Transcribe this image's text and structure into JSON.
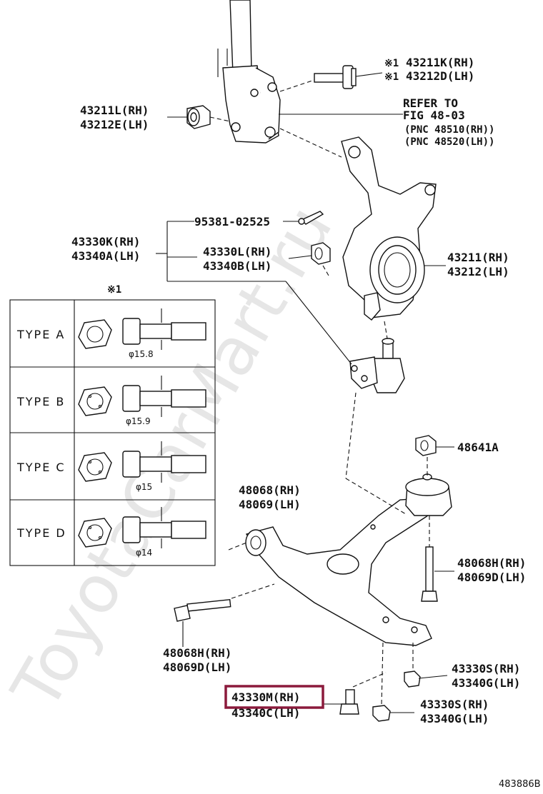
{
  "watermark": "ToyotaCarMart.ru",
  "diagram_code": "483886B",
  "note_marker": "※1",
  "labels": {
    "bolt_43211k": "43211K(RH)",
    "bolt_43212d": "43212D(LH)",
    "nut_43211l": "43211L(RH)",
    "nut_43212e": "43212E(LH)",
    "refer_line1": "REFER TO",
    "refer_line2": "FIG 48-03",
    "refer_line3": "(PNC 48510(RH))",
    "refer_line4": "(PNC 48520(LH))",
    "pin_95381": "95381-02525",
    "joint_43330k": "43330K(RH)",
    "joint_43340a": "43340A(LH)",
    "nut_43330l": "43330L(RH)",
    "nut_43340b": "43340B(LH)",
    "knuckle_43211": "43211(RH)",
    "knuckle_43212": "43212(LH)",
    "nut_48641a": "48641A",
    "bush_48068": "48068(RH)",
    "bush_48069": "48069(LH)",
    "bolt_48068h_right": "48068H(RH)",
    "bolt_48069d_right": "48069D(LH)",
    "bolt_48068h_left": "48068H(RH)",
    "bolt_48069d_left": "48069D(LH)",
    "nut_43330s_a": "43330S(RH)",
    "nut_43340g_a": "43340G(LH)",
    "bolt_43330m": "43330M(RH)",
    "bolt_43340c": "43340C(LH)",
    "nut_43330s_b": "43330S(RH)",
    "nut_43340g_b": "43340G(LH)"
  },
  "types_table": {
    "header_marker": "※1",
    "rows": [
      {
        "type": "TYPE A",
        "diameter": "φ15.8"
      },
      {
        "type": "TYPE B",
        "diameter": "φ15.9"
      },
      {
        "type": "TYPE C",
        "diameter": "φ15"
      },
      {
        "type": "TYPE D",
        "diameter": "φ14"
      }
    ]
  },
  "highlight": {
    "part": "43330M(RH)",
    "color": "#8b1a3c"
  }
}
